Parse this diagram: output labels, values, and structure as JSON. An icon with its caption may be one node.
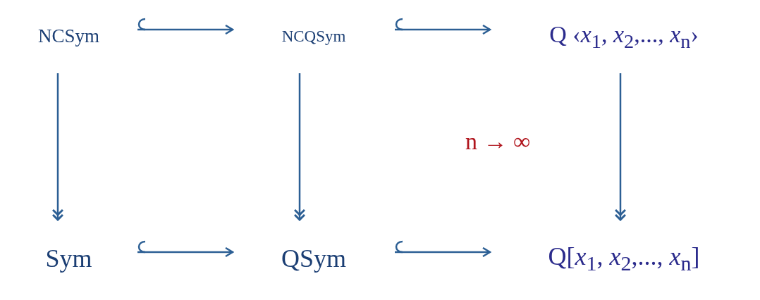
{
  "diagram": {
    "nodes": [
      {
        "text": [
          "NCSym"
        ]
      },
      {
        "text": [
          "NCQSym"
        ]
      },
      {
        "text": [
          "Q ‹*x*$_{1}$, *x*$_{2}$,..., *x*$_{n}$›"
        ]
      },
      {
        "text": [
          "Sym"
        ]
      },
      {
        "text": [
          "QSym"
        ]
      },
      {
        "text": [
          "Q[*x*$_{1}$, *x*$_{2}$,..., *x*$_{n}$]"
        ]
      }
    ],
    "edges": [
      {
        "from": 0,
        "to": 1,
        "arrow": "to"
      },
      {
        "from": 1,
        "to": 2,
        "arrow": "to"
      },
      {
        "from": 3,
        "to": 4,
        "arrow": "to"
      },
      {
        "from": 4,
        "to": 5,
        "arrow": "to"
      },
      {
        "from": 0,
        "to": 3,
        "arrow": "to"
      },
      {
        "from": 1,
        "to": 4,
        "arrow": "to"
      },
      {
        "from": 2,
        "to": 5,
        "arrow": "to",
        "label": "n → ∞",
        "color": "#2c5f94"
      }
    ]
  }
}
